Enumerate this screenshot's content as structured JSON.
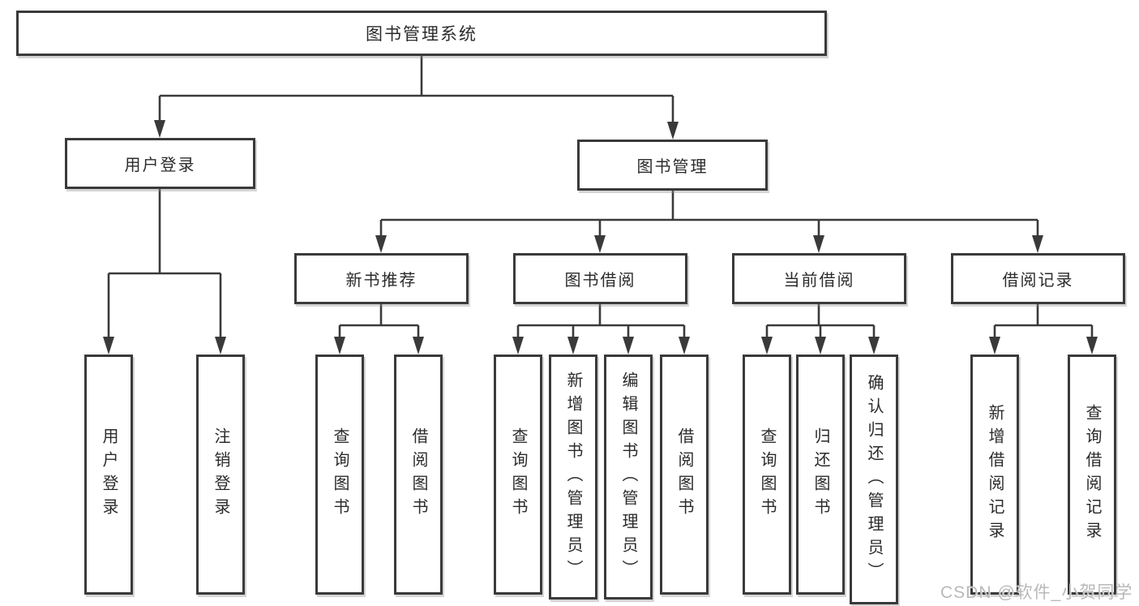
{
  "diagram": {
    "title": "图书管理系统",
    "branches": {
      "user_login": {
        "label": "用户登录",
        "children": [
          "用户登录",
          "注销登录"
        ]
      },
      "book_management": {
        "label": "图书管理",
        "sections": [
          {
            "label": "新书推荐",
            "children": [
              "查询图书",
              "借阅图书"
            ]
          },
          {
            "label": "图书借阅",
            "children": [
              "查询图书",
              "新增图书（管理员）",
              "编辑图书（管理员）",
              "借阅图书"
            ]
          },
          {
            "label": "当前借阅",
            "children": [
              "查询图书",
              "归还图书",
              "确认归还（管理员）"
            ]
          },
          {
            "label": "借阅记录",
            "children": [
              "新增借阅记录",
              "查询借阅记录"
            ]
          }
        ]
      }
    }
  },
  "watermark": {
    "text": "CSDN @软件_小贺同学"
  },
  "colors": {
    "line": "#3a3a3a",
    "text": "#2b2b2b",
    "watermark": "#b9b9b9",
    "background": "#ffffff"
  }
}
